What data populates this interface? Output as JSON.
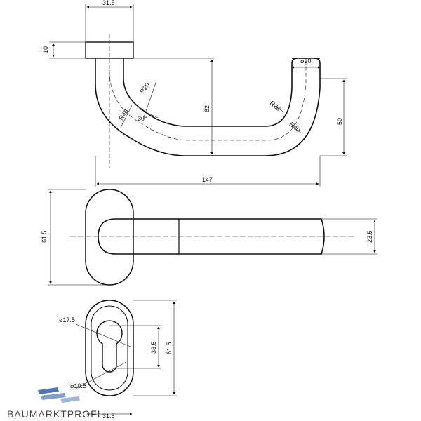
{
  "brand": {
    "name": "BAUMARKTPROFI",
    "accent": "#2f5fa8"
  },
  "side_view": {
    "dims": {
      "rose_width": "31.5",
      "rose_height": "10",
      "radius_top": "R20",
      "angle": "30°",
      "radius_left": "R40",
      "height_62": "62",
      "diameter": "ø20",
      "radius_right_top": "R20",
      "radius_right_bottom": "R40",
      "height_50": "50",
      "length": "147"
    }
  },
  "top_view": {
    "dims": {
      "rose_height": "61.5",
      "grip_height": "23.5"
    }
  },
  "rose_view": {
    "dims": {
      "diameter_large": "ø17.5",
      "slot_height": "33.5",
      "rose_height": "61.5",
      "diameter_small": "ø10.5",
      "rose_width": "31.5"
    }
  }
}
